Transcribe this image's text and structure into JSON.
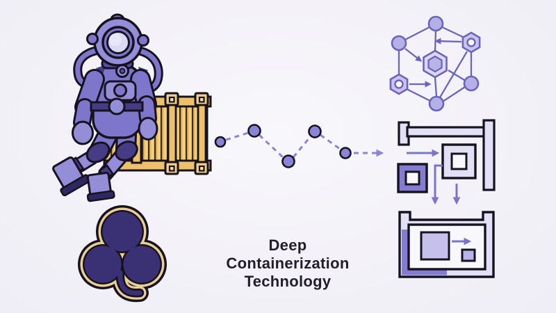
{
  "title": {
    "lines": [
      "Deep",
      "Containerization",
      "Technology"
    ]
  },
  "colors": {
    "bg-center": "#f8f7fb",
    "bg-edge": "#e7e5f0",
    "text": "#221d29",
    "ink": "#17121f",
    "suit-main": "#7d76cb",
    "suit-light": "#948dd8",
    "suit-mid": "#564ea3",
    "suit-dark": "#453c85",
    "suit-deep": "#2e2860",
    "glass": "#dbdaf3",
    "gold": "#ecc16a",
    "gold-light": "#f3cf85",
    "gold-pale": "#f6e0ab",
    "gold-dark": "#e8b85c",
    "gold-line": "#3a2f12",
    "clover-navy": "#3a3175",
    "clover-gold": "#e9cf96",
    "accent": "#7b74c9",
    "node": "#8a84d6",
    "purple-block": "#837cd0",
    "lavender": "#e2e0f5",
    "lavender-mid": "#c5c1ec",
    "paper": "#f8f7fc",
    "net-stroke": "#6b64bd",
    "net-node": "#b5b0e6",
    "net-hex": "#c8c4ee",
    "net-hex-light": "#dbd8f4",
    "net-inner": "#b9b4e8"
  },
  "illustrations": {
    "diver": "deep-sea-diver-sitting-on-shipping-container",
    "clover": "three-leaf-clover",
    "zigzag": {
      "name": "dashed-zigzag-path",
      "node_count": 5,
      "direction": "left-to-right"
    },
    "network": {
      "name": "hexagon-network-diagram",
      "outer_nodes": 6,
      "center": "hexagon"
    },
    "flow": "nested-squares-flow-diagram",
    "tray": "open-container-tray-diagram"
  }
}
